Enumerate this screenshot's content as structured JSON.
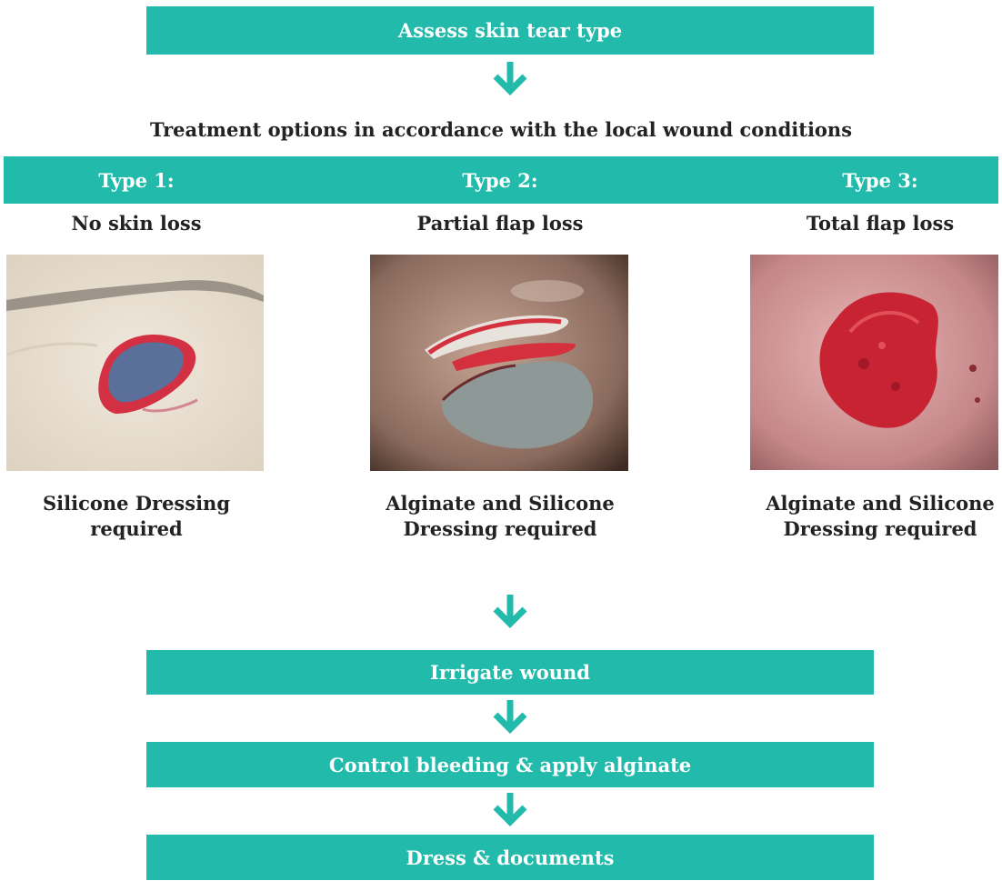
{
  "top_box": {
    "label": "Assess skin tear type"
  },
  "treatment_heading": "Treatment options in accordance with the local wound conditions",
  "types": [
    {
      "title": "Type 1:",
      "subtitle": "No skin loss",
      "line1": "Silicone Dressing",
      "line2": "required",
      "image_icon": "wound-photo-type1"
    },
    {
      "title": "Type 2:",
      "subtitle": "Partial flap loss",
      "line1": "Alginate and Silicone",
      "line2": "Dressing required",
      "image_icon": "wound-photo-type2"
    },
    {
      "title": "Type 3:",
      "subtitle": "Total flap loss",
      "line1": "Alginate and Silicone",
      "line2": "Dressing required",
      "image_icon": "wound-photo-type3"
    }
  ],
  "steps": [
    {
      "label": "Irrigate wound"
    },
    {
      "label": "Control bleeding & apply alginate"
    },
    {
      "label": "Dress & documents"
    }
  ],
  "colors": {
    "teal": "#22bbab",
    "text": "#222222",
    "white": "#ffffff"
  },
  "arrow_icon": "down-arrow-icon"
}
